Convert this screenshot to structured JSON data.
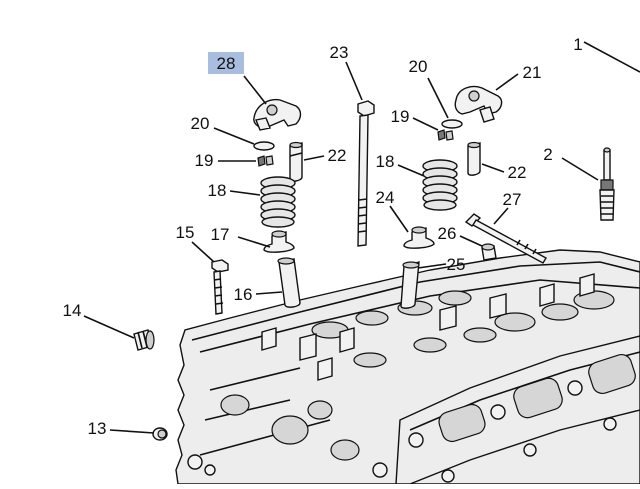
{
  "diagram": {
    "highlight_color": "#a9bddf",
    "callouts": [
      {
        "id": "28",
        "text": "28",
        "highlighted": true
      },
      {
        "id": "23",
        "text": "23"
      },
      {
        "id": "20a",
        "text": "20"
      },
      {
        "id": "19a",
        "text": "19"
      },
      {
        "id": "22a",
        "text": "22"
      },
      {
        "id": "18a",
        "text": "18"
      },
      {
        "id": "15",
        "text": "15"
      },
      {
        "id": "17",
        "text": "17"
      },
      {
        "id": "16",
        "text": "16"
      },
      {
        "id": "14",
        "text": "14"
      },
      {
        "id": "13",
        "text": "13"
      },
      {
        "id": "20b",
        "text": "20"
      },
      {
        "id": "21",
        "text": "21"
      },
      {
        "id": "19b",
        "text": "19"
      },
      {
        "id": "18b",
        "text": "18"
      },
      {
        "id": "22b",
        "text": "22"
      },
      {
        "id": "24",
        "text": "24"
      },
      {
        "id": "26",
        "text": "26"
      },
      {
        "id": "27",
        "text": "27"
      },
      {
        "id": "25",
        "text": "25"
      },
      {
        "id": "1",
        "text": "1"
      },
      {
        "id": "2",
        "text": "2"
      }
    ]
  }
}
